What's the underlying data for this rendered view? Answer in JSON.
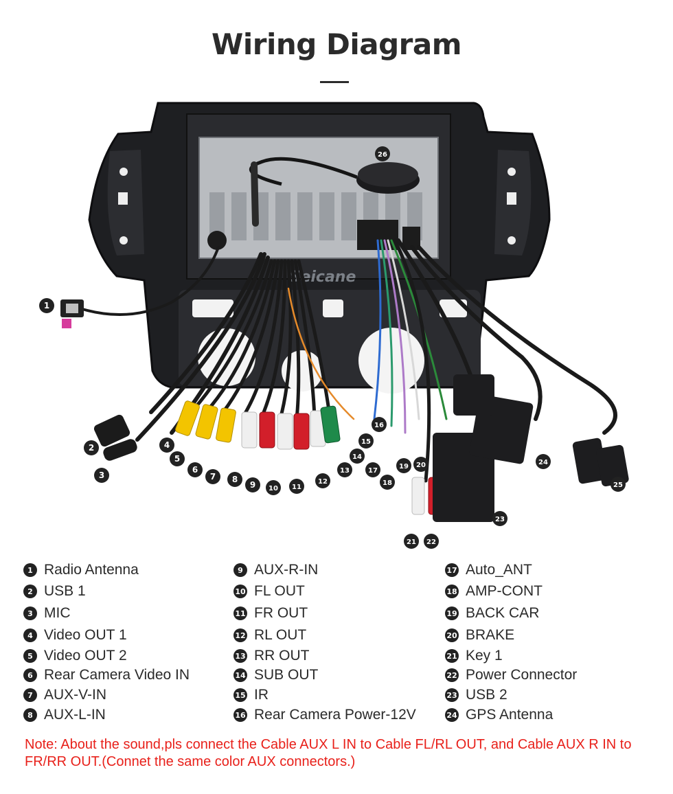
{
  "title": "Wiring Diagram",
  "watermark": "Seicane",
  "callout_numbers": [
    "1",
    "2",
    "3",
    "4",
    "5",
    "6",
    "7",
    "8",
    "9",
    "10",
    "11",
    "12",
    "13",
    "14",
    "15",
    "16",
    "17",
    "18",
    "19",
    "20",
    "21",
    "22",
    "23",
    "24",
    "25",
    "26"
  ],
  "legend": [
    [
      {
        "num": "1",
        "label": "Radio Antenna"
      },
      {
        "num": "2",
        "label": "USB 1"
      },
      {
        "num": "3",
        "label": "MIC"
      },
      {
        "num": "4",
        "label": "Video OUT 1"
      },
      {
        "num": "5",
        "label": "Video OUT 2"
      },
      {
        "num": "6",
        "label": "Rear Camera Video IN"
      },
      {
        "num": "7",
        "label": "AUX-V-IN"
      },
      {
        "num": "8",
        "label": "AUX-L-IN"
      }
    ],
    [
      {
        "num": "9",
        "label": "AUX-R-IN"
      },
      {
        "num": "10",
        "label": "FL OUT"
      },
      {
        "num": "11",
        "label": "FR OUT"
      },
      {
        "num": "12",
        "label": "RL OUT"
      },
      {
        "num": "13",
        "label": "RR OUT"
      },
      {
        "num": "14",
        "label": "SUB OUT"
      },
      {
        "num": "15",
        "label": "IR"
      },
      {
        "num": "16",
        "label": "Rear Camera Power-12V"
      }
    ],
    [
      {
        "num": "17",
        "label": "Auto_ANT"
      },
      {
        "num": "18",
        "label": "AMP-CONT"
      },
      {
        "num": "19",
        "label": "BACK CAR"
      },
      {
        "num": "20",
        "label": "BRAKE"
      },
      {
        "num": "21",
        "label": "Key 1"
      },
      {
        "num": "22",
        "label": "Power Connector"
      },
      {
        "num": "23",
        "label": "USB 2"
      },
      {
        "num": "24",
        "label": "GPS Antenna"
      }
    ]
  ],
  "note": "Note: About the sound,pls connect the Cable AUX L IN to Cable FL/RL OUT, and Cable AUX R IN to  FR/RR OUT.(Connet the same color AUX connectors.)",
  "colors": {
    "title": "#2b2b2b",
    "note": "#e8201a",
    "frame": "#1e1f22",
    "rca_yellow": "#f3c400",
    "rca_red": "#d21f2a",
    "rca_white": "#efefef",
    "rca_green": "#1e8a4a",
    "badge": "#222222"
  }
}
